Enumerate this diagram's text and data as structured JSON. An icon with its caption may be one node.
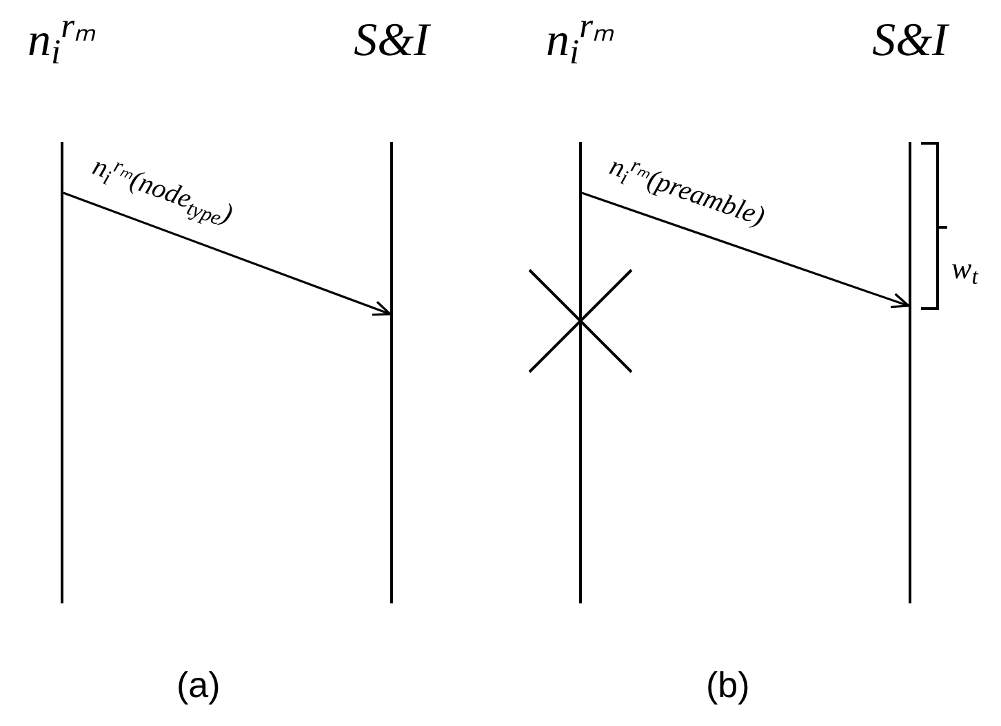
{
  "diagram": {
    "nodes": [
      {
        "text": [
          "n$_{i}$$^{rₘ}$"
        ]
      },
      {
        "text": [
          "S&I"
        ]
      },
      {
        "text": [
          "n$_{i}$$^{rₘ}$"
        ]
      },
      {
        "text": [
          "S&I"
        ]
      }
    ],
    "edges": [
      {
        "from": 0,
        "to": 1,
        "arrow": "to",
        "label": "n$_{i}$$^{rₘ}$(node$_{type}$)"
      },
      {
        "from": 2,
        "to": 3,
        "arrow": "to",
        "label": "n$_{i}$$^{rₘ}$(preamble)"
      }
    ],
    "labels": [
      "w$_{t}$",
      "(a)",
      "(b)"
    ]
  }
}
